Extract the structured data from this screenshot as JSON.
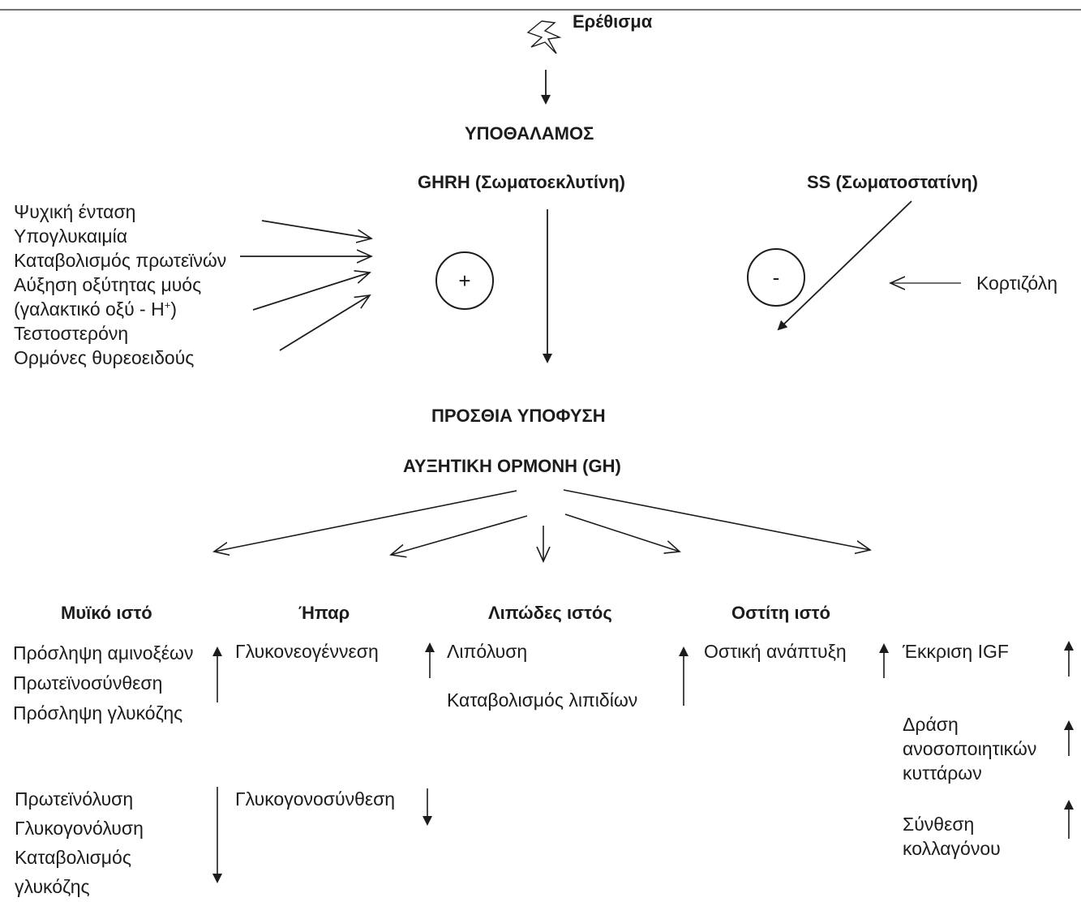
{
  "stimulus": "Ερέθισμα",
  "hypothalamus": "ΥΠΟΘΑΛΑΜΟΣ",
  "ghrh": "GHRH (Σωματοεκλυτίνη)",
  "ss": "SS (Σωματοστατίνη)",
  "cortisol": "Κορτιζόλη",
  "plus_sign": "+",
  "minus_sign": "-",
  "stimulators": {
    "item0": "Ψυχική ένταση",
    "item1": "Υπογλυκαιμία",
    "item2": "Καταβολισμός πρωτεϊνών",
    "item3": "Αύξηση οξύτητας μυός",
    "item4_prefix": "(γαλακτικό οξύ - H",
    "item4_sup": "+",
    "item4_suffix": ")",
    "item5": "Τεστοστερόνη",
    "item6": "Ορμόνες θυρεοειδούς"
  },
  "anterior_pituitary": "ΠΡΟΣΘΙΑ ΥΠΟΦΥΣΗ",
  "growth_hormone": "ΑΥΞΗΤΙΚΗ ΟΡΜΟΝΗ (GH)",
  "targets": {
    "muscle": "Μυϊκό ιστό",
    "liver": "Ήπαρ",
    "adipose": "Λιπώδες ιστός",
    "bone": "Οστίτη ιστό"
  },
  "muscle_up": {
    "item0": "Πρόσληψη αμινοξέων",
    "item1": "Πρωτεϊνοσύνθεση",
    "item2": "Πρόσληψη γλυκόζης"
  },
  "muscle_down": {
    "item0": "Πρωτεϊνόλυση",
    "item1": "Γλυκογονόλυση",
    "item2": "Καταβολισμός",
    "item3": "γλυκόζης"
  },
  "liver_up": "Γλυκονεογέννεση",
  "liver_down": "Γλυκογονοσύνθεση",
  "adipose_up": {
    "item0": "Λιπόλυση",
    "item1": "Καταβολισμός λιπιδίων"
  },
  "bone_up": "Οστική ανάπτυξη",
  "other_effects": {
    "igf": "Έκκριση IGF",
    "immune0": "Δράση",
    "immune1": "ανοσοποιητικών",
    "immune2": "κυττάρων",
    "collagen0": "Σύνθεση",
    "collagen1": "κολλαγόνου"
  }
}
